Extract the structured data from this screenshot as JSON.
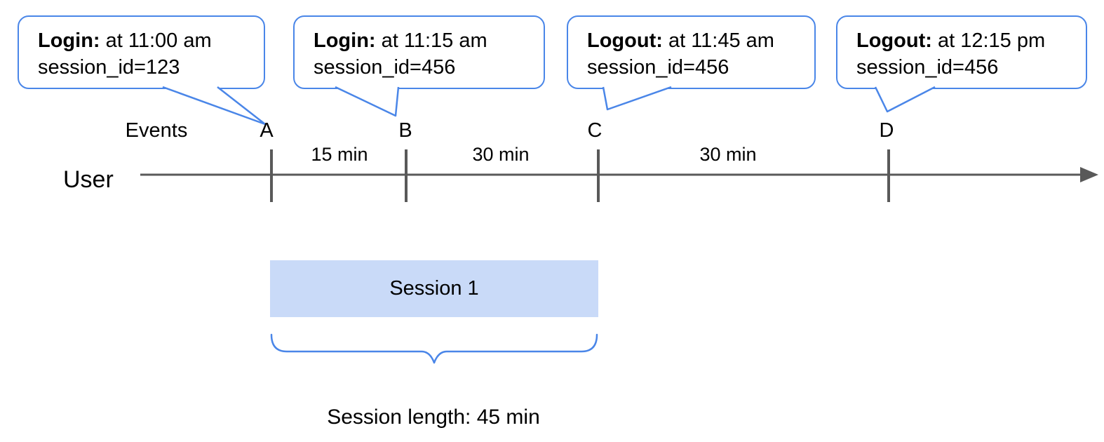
{
  "colors": {
    "accent_blue": "#4a86e8",
    "timeline_gray": "#595959",
    "session_fill": "#c9daf8",
    "text": "#000000"
  },
  "axis": {
    "user_label": "User",
    "events_label": "Events"
  },
  "callouts": [
    {
      "label": "Login:",
      "detail": " at 11:00 am",
      "session": "session_id=123",
      "points_to": "A"
    },
    {
      "label": "Login:",
      "detail": " at 11:15 am",
      "session": "session_id=456",
      "points_to": "B"
    },
    {
      "label": "Logout:",
      "detail": " at 11:45 am",
      "session": "session_id=456",
      "points_to": "C"
    },
    {
      "label": "Logout:",
      "detail": " at 12:15 pm",
      "session": "session_id=456",
      "points_to": "D"
    }
  ],
  "events": [
    "A",
    "B",
    "C",
    "D"
  ],
  "intervals": [
    "15 min",
    "30 min",
    "30 min"
  ],
  "session": {
    "label": "Session 1",
    "length_caption": "Session length: 45 min"
  }
}
